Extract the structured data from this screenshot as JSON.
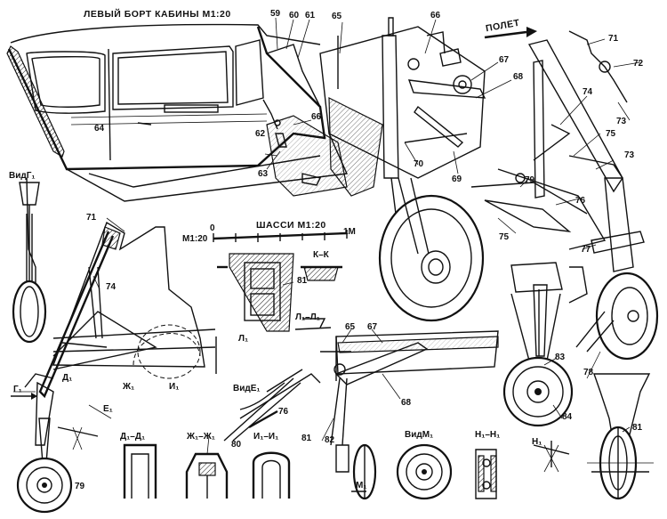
{
  "titles": {
    "cabin": "ЛЕВЫЙ БОРТ КАБИНЫ М1:20",
    "chassis": "ШАССИ М1:20",
    "flight": "ПОЛЕТ"
  },
  "scale": {
    "zero": "0",
    "one": "1М",
    "m": "М1:20"
  },
  "section_labels": {
    "vid_g": "ВидГ₁",
    "kk": "К–К",
    "ll": "Л₁–Л₁",
    "l1": "Л₁",
    "d1": "Д₁",
    "zh1": "Ж₁",
    "i1": "И₁",
    "e1": "Е₁",
    "g1": "Г₁",
    "vid_e": "ВидЕ₁",
    "dd": "Д₁–Д₁",
    "zhzh": "Ж₁–Ж₁",
    "ii": "И₁–И₁",
    "vid_m": "ВидМ₁",
    "nn": "Н₁–Н₁",
    "m1": "М₁",
    "n1": "Н₁"
  },
  "callouts": [
    "59",
    "60",
    "61",
    "62",
    "63",
    "64",
    "65",
    "66",
    "67",
    "68",
    "69",
    "70",
    "71",
    "72",
    "73",
    "74",
    "75",
    "76",
    "77",
    "78",
    "79",
    "80",
    "81",
    "82",
    "83",
    "84"
  ]
}
